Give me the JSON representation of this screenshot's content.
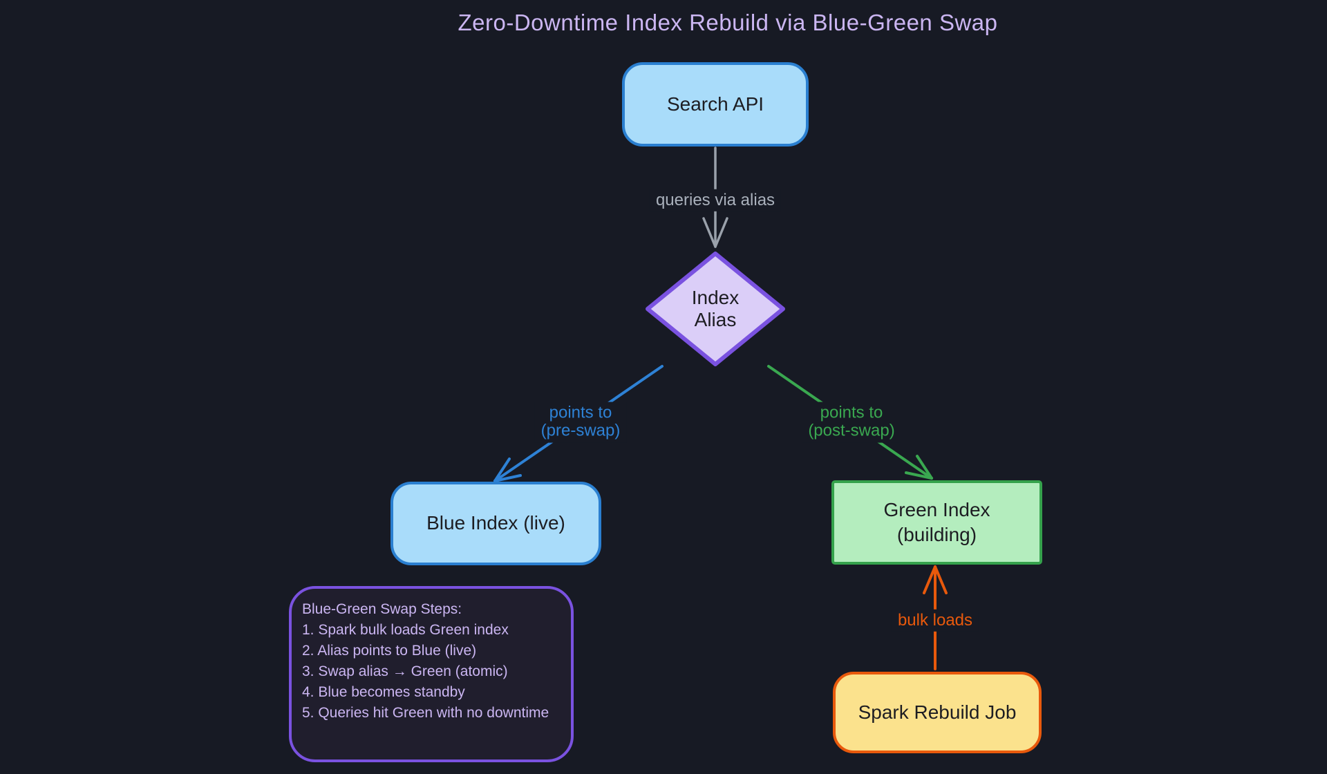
{
  "title": "Zero-Downtime Index Rebuild via Blue-Green Swap",
  "colors": {
    "background": "#171a24",
    "title_text": "#cbb6f2",
    "blue_stroke": "#2a7fd0",
    "blue_fill": "#a9dcfa",
    "purple_stroke": "#7a52e0",
    "purple_fill": "#dbcef8",
    "green_stroke": "#35a24c",
    "green_fill": "#b4edbe",
    "orange_stroke": "#e8590c",
    "yellow_fill": "#fbe28d",
    "gray_arrow": "#9aa1ab",
    "node_text": "#1d1d22"
  },
  "nodes": {
    "search_api": {
      "label": "Search API"
    },
    "index_alias": {
      "line1": "Index",
      "line2": "Alias"
    },
    "blue_index": {
      "label": "Blue Index (live)"
    },
    "green_index": {
      "line1": "Green Index",
      "line2": "(building)"
    },
    "spark_job": {
      "label": "Spark Rebuild Job"
    }
  },
  "edges": {
    "queries": {
      "label": "queries via alias"
    },
    "pre_swap": {
      "line1": "points to",
      "line2": "(pre-swap)"
    },
    "post_swap": {
      "line1": "points to",
      "line2": "(post-swap)"
    },
    "bulk_loads": {
      "label": "bulk loads"
    }
  },
  "note": {
    "lines": [
      "Blue-Green Swap Steps:",
      "1. Spark bulk loads Green index",
      "2. Alias points to Blue (live)",
      "3. Swap alias → Green (atomic)",
      "4. Blue becomes standby",
      "5. Queries hit Green with no downtime"
    ]
  }
}
